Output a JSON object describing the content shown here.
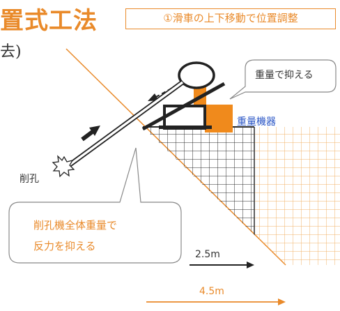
{
  "title": "置式工法",
  "title_fragment": "去)",
  "step_tag": "①滑車の上下移動で位置調整",
  "callout_weight": "重量で抑える",
  "heavy_machine_label": "重量機器",
  "drill_hole_label": "削孔",
  "bubble_line1": "削孔機全体重量で",
  "bubble_line2": "反力を抑える",
  "dim_short": "2.5m",
  "dim_long": "4.5m",
  "colors": {
    "accent": "#e98a2a",
    "machine_blue": "#2a56c6",
    "grid_dark": "#2a2a2a",
    "grid_orange": "#f0b066"
  }
}
